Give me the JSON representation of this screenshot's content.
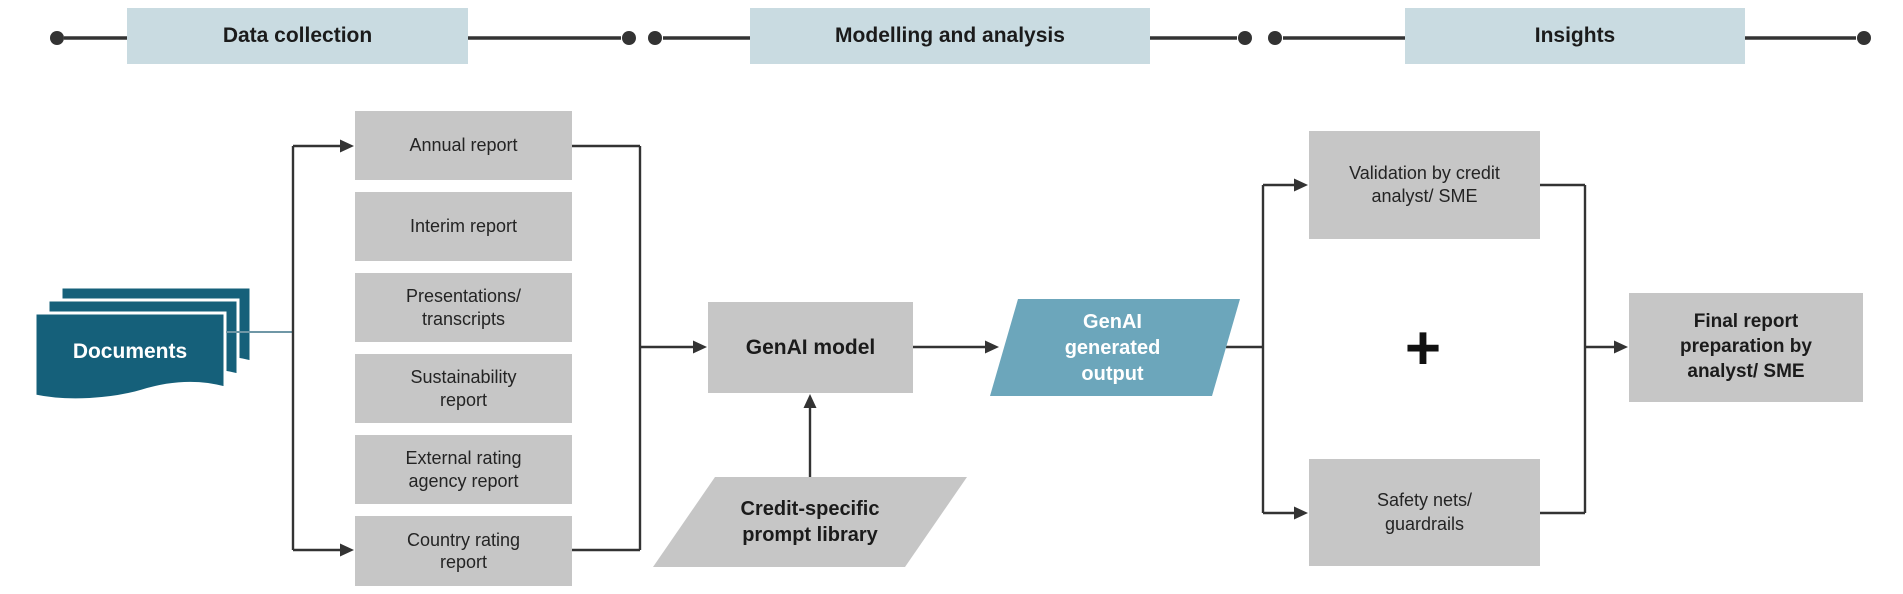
{
  "colors": {
    "timeline_box": "#c9dbe1",
    "gray_box": "#c6c6c6",
    "documents_teal": "#15607a",
    "output_teal": "#6ca6bb",
    "line_color": "#333333"
  },
  "timeline": {
    "phases": [
      {
        "label": "Data collection"
      },
      {
        "label": "Modelling and analysis"
      },
      {
        "label": "Insights"
      }
    ]
  },
  "documents": {
    "label": "Documents"
  },
  "sources": [
    {
      "label": "Annual report"
    },
    {
      "label": "Interim report"
    },
    {
      "label": "Presentations/\ntranscripts"
    },
    {
      "label": "Sustainability\nreport"
    },
    {
      "label": "External rating\nagency report"
    },
    {
      "label": "Country rating\nreport"
    }
  ],
  "model": {
    "label": "GenAI model"
  },
  "prompt_library": {
    "label": "Credit-specific\nprompt library"
  },
  "output": {
    "label": "GenAI\ngenerated\noutput"
  },
  "review": {
    "validation_label": "Validation by credit\nanalyst/ SME",
    "plus_label": "+",
    "safety_label": "Safety nets/\nguardrails"
  },
  "final": {
    "label": "Final report\npreparation by\nanalyst/ SME"
  }
}
